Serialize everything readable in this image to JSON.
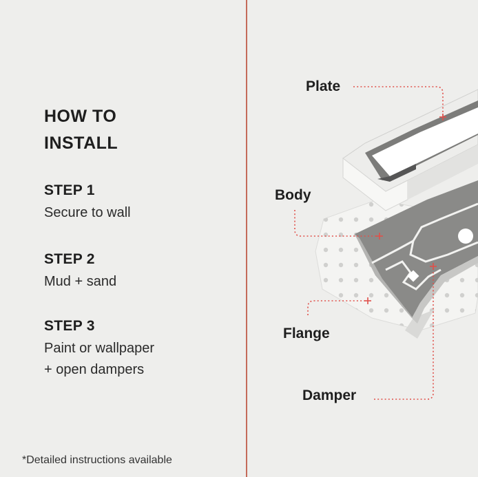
{
  "instructions": {
    "heading_line1": "HOW TO",
    "heading_line2": "INSTALL",
    "steps": [
      {
        "title": "STEP 1",
        "desc_line1": "Secure to wall",
        "desc_line2": ""
      },
      {
        "title": "STEP 2",
        "desc_line1": "Mud + sand",
        "desc_line2": ""
      },
      {
        "title": "STEP 3",
        "desc_line1": "Paint or wallpaper",
        "desc_line2": "+ open dampers"
      }
    ],
    "footnote": "*Detailed instructions available"
  },
  "diagram": {
    "labels": {
      "plate": "Plate",
      "body": "Body",
      "flange": "Flange",
      "damper": "Damper"
    }
  },
  "colors": {
    "background": "#eeeeec",
    "divider": "#c46a5a",
    "callout_line": "#e0504a",
    "text": "#1e1e1e"
  }
}
